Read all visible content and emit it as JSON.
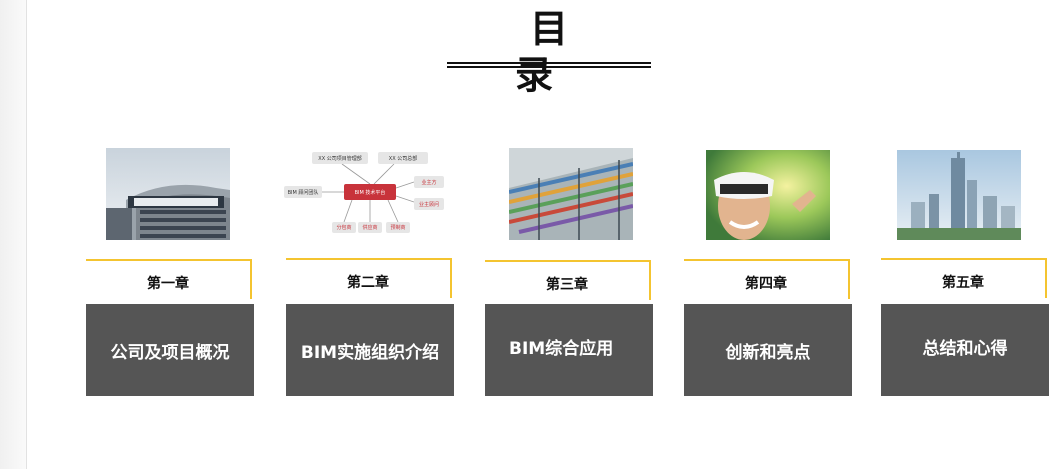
{
  "page": {
    "title": "目 录"
  },
  "chapters": [
    {
      "number": "第一章",
      "title": "公司及项目概况",
      "image": "building-photo"
    },
    {
      "number": "第二章",
      "title": "BIM实施组织介绍",
      "image": "org-chart",
      "org_chart": {
        "box_pm": "XX 公司项目管理部",
        "box_hq": "XX 公司总部",
        "box_consult": "BIM 顾问团队",
        "box_platform": "BIM 技术平台",
        "box_owner": "业主方",
        "box_owner_consult": "业主顾问",
        "box_sub": "分包商",
        "box_supplier": "供应商",
        "box_prefab": "预制商"
      }
    },
    {
      "number": "第三章",
      "title": "BIM综合应用",
      "image": "bim-pipes-render"
    },
    {
      "number": "第四章",
      "title": "创新和亮点",
      "image": "vr-headset-photo"
    },
    {
      "number": "第五章",
      "title": "总结和心得",
      "image": "skyline-photo"
    }
  ],
  "colors": {
    "chapter_box": "#555555",
    "accent_line": "#f4c430",
    "org_red": "#c8333b"
  }
}
